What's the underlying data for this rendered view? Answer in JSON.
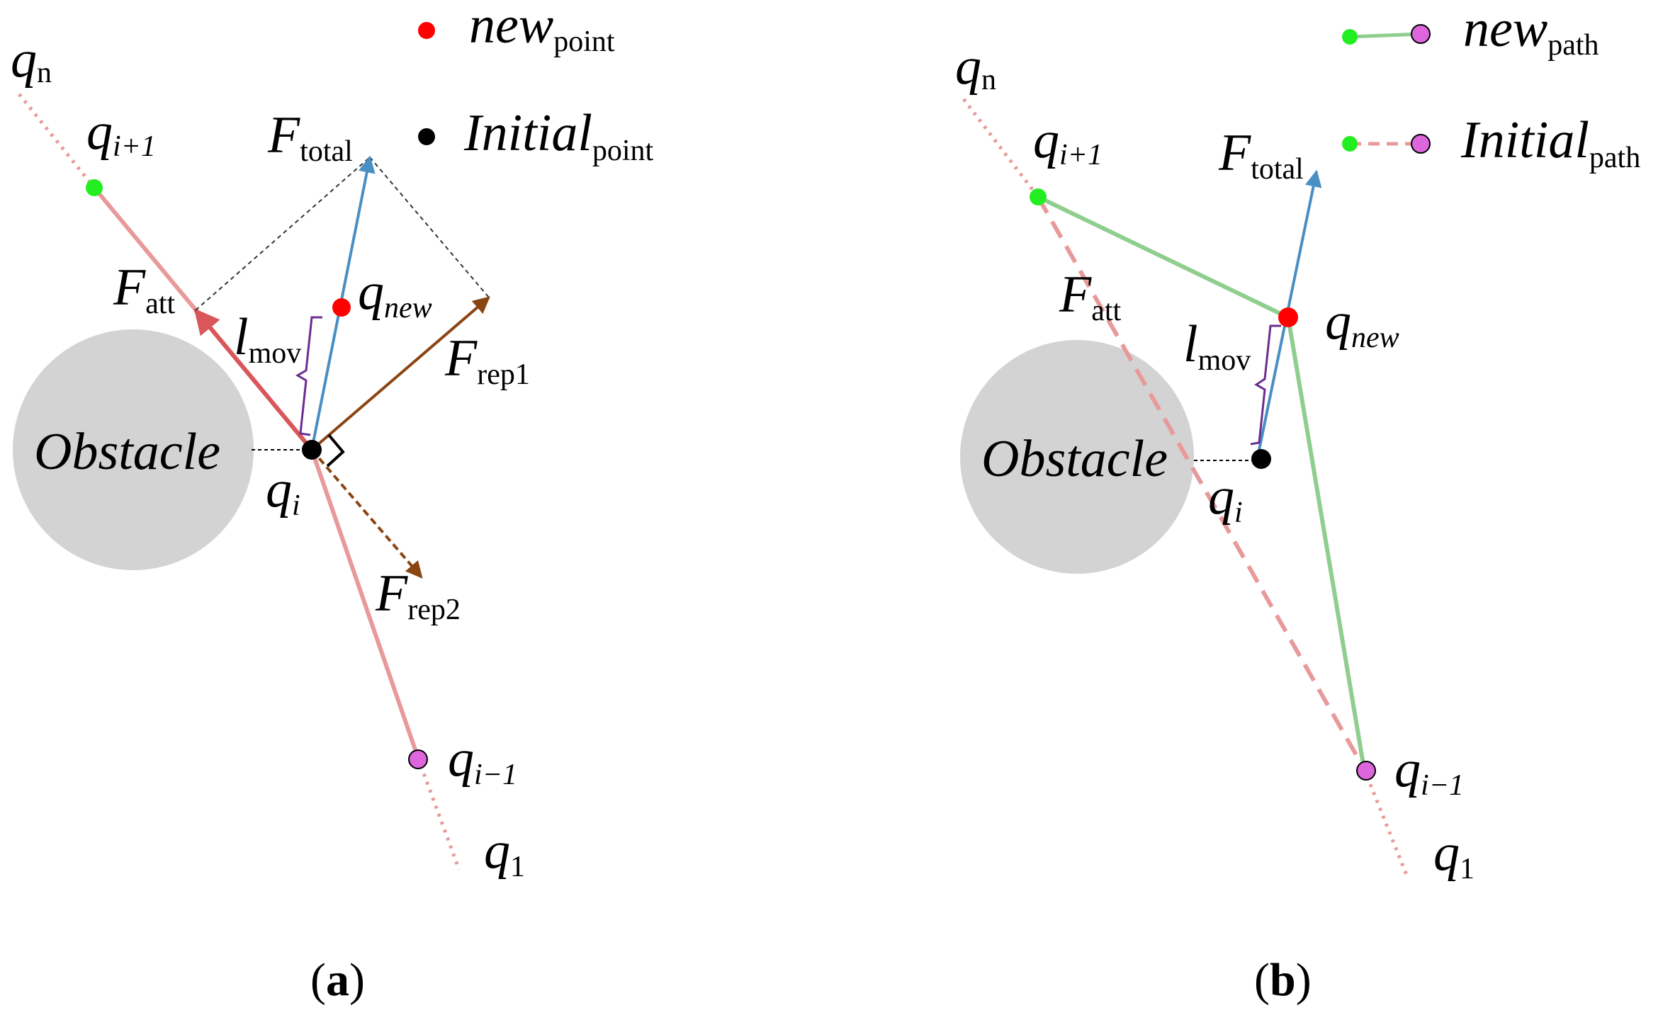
{
  "panel_a": {
    "legend": {
      "new_main": "new",
      "new_sub": "point",
      "initial_main": "Initial",
      "initial_sub": "point"
    },
    "labels": {
      "qn_main": "q",
      "qn_sub": "n",
      "qi1_main": "q",
      "qi1_sub": "i+1",
      "ftotal_main": "F",
      "ftotal_sub": "total",
      "fatt_main": "F",
      "fatt_sub": "att",
      "qnew_main": "q",
      "qnew_sub": "new",
      "lmov_main": "l",
      "lmov_sub": "mov",
      "frep1_main": "F",
      "frep1_sub": "rep1",
      "obstacle": "Obstacle",
      "qi_main": "q",
      "qi_sub": "i",
      "frep2_main": "F",
      "frep2_sub": "rep2",
      "qim1_main": "q",
      "qim1_sub": "i−1",
      "q1_main": "q",
      "q1_sub": "1"
    },
    "caption_open": "(",
    "caption_letter": "a",
    "caption_close": ")"
  },
  "panel_b": {
    "legend": {
      "new_main": "new",
      "new_sub": "path",
      "initial_main": "Initial",
      "initial_sub": "path"
    },
    "labels": {
      "qn_main": "q",
      "qn_sub": "n",
      "qi1_main": "q",
      "qi1_sub": "i+1",
      "ftotal_main": "F",
      "ftotal_sub": "total",
      "fatt_main": "F",
      "fatt_sub": "att",
      "qnew_main": "q",
      "qnew_sub": "new",
      "lmov_main": "l",
      "lmov_sub": "mov",
      "obstacle": "Obstacle",
      "qi_main": "q",
      "qi_sub": "i",
      "qim1_main": "q",
      "qim1_sub": "i−1",
      "q1_main": "q",
      "q1_sub": "1"
    },
    "caption_open": "(",
    "caption_letter": "b",
    "caption_close": ")"
  },
  "colors": {
    "initial_path": "#e89a9a",
    "attraction": "#d9565a",
    "total_force": "#4a8fc4",
    "repulsion": "#8b4513",
    "new_path": "#8fce8f",
    "new_point": "#ff0000",
    "initial_point": "#000000",
    "green_point": "#22ee22",
    "purple_point": "#dd66dd",
    "obstacle": "#d3d3d3",
    "brace": "#6a2c91"
  }
}
